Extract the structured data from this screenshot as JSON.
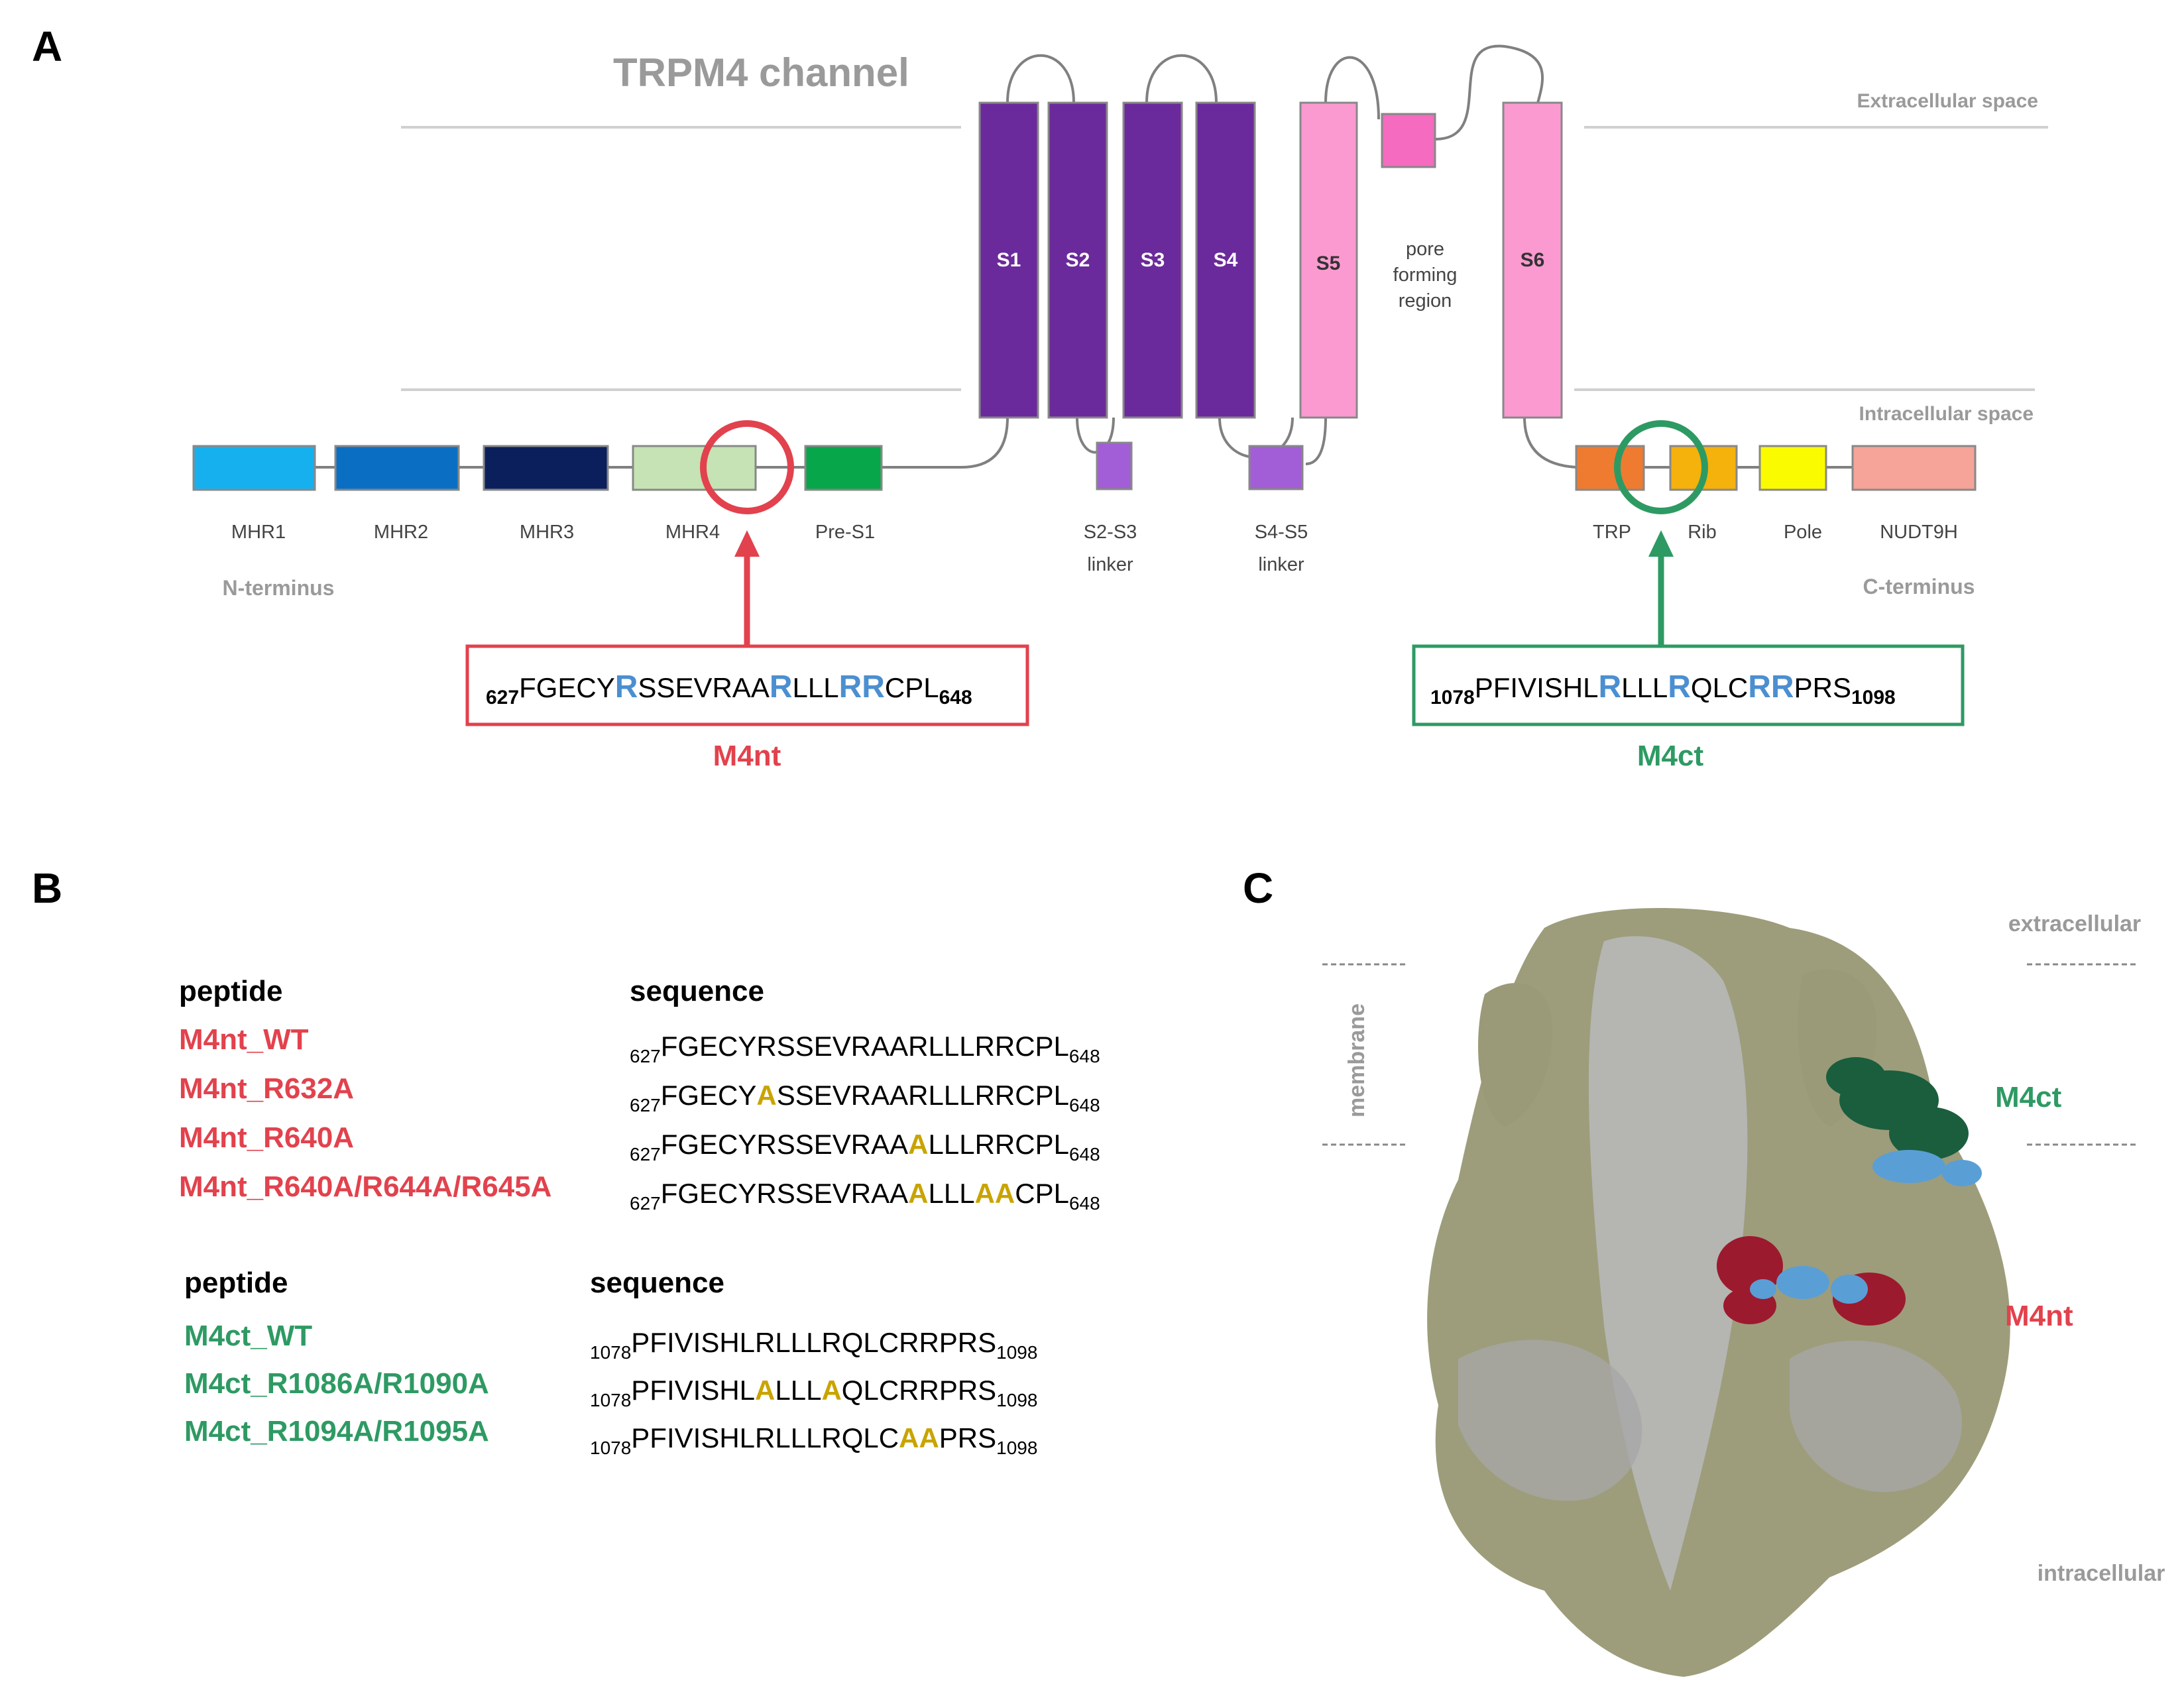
{
  "colors": {
    "red": "#e2424d",
    "green": "#2e9a63",
    "blue": "#4b8fd1",
    "yellow": "#c9a400",
    "purple": "#6b2a9b",
    "pink": "#fb9ad1",
    "grey_text": "#9a9a9a"
  },
  "panel_a": {
    "label": "A",
    "title": "TRPM4 channel",
    "extracellular": "Extracellular space",
    "intracellular": "Intracellular space",
    "n_terminus": "N-terminus",
    "c_terminus": "C-terminus",
    "segments": [
      "S1",
      "S2",
      "S3",
      "S4",
      "S5",
      "S6"
    ],
    "pore_label": [
      "pore",
      "forming",
      "region"
    ],
    "domains_n": [
      {
        "label": "MHR1",
        "color": "#17b0ef"
      },
      {
        "label": "MHR2",
        "color": "#0a6fc3"
      },
      {
        "label": "MHR3",
        "color": "#0b1f5c"
      },
      {
        "label": "MHR4",
        "color": "#c5e3b4"
      },
      {
        "label": "Pre-S1",
        "color": "#07a64a"
      }
    ],
    "linkers": [
      {
        "line1": "S2-S3",
        "line2": "linker",
        "color": "#a25ed6"
      },
      {
        "line1": "S4-S5",
        "line2": "linker",
        "color": "#a25ed6"
      }
    ],
    "domains_c": [
      {
        "label": "TRP",
        "color": "#ee7b30"
      },
      {
        "label": "Rib",
        "color": "#f5b10c"
      },
      {
        "label": "Pole",
        "color": "#fbfb00"
      },
      {
        "label": "NUDT9H",
        "color": "#f6a39a"
      }
    ],
    "box_nt": {
      "start": "627",
      "end": "648",
      "pieces": [
        "FGECY",
        "R",
        "SSEVRAA",
        "R",
        "LLL",
        "RR",
        "CPL"
      ]
    },
    "box_ct": {
      "start": "1078",
      "end": "1098",
      "pieces": [
        "PFIVISHL",
        "R",
        "LLL",
        "R",
        "QLC",
        "RR",
        "PRS"
      ]
    },
    "name_nt": "M4nt",
    "name_ct": "M4ct"
  },
  "panel_b": {
    "label": "B",
    "header_peptide": "peptide",
    "header_sequence": "sequence",
    "rows_nt": [
      {
        "name": "M4nt_WT",
        "start": "627",
        "end": "648",
        "pieces": [
          "FGECYRSSEVRAARLLLRRCPL"
        ]
      },
      {
        "name": "M4nt_R632A",
        "start": "627",
        "end": "648",
        "pieces": [
          "FGECY",
          "A",
          "SSEVRAARLLLRRCPL"
        ]
      },
      {
        "name": "M4nt_R640A",
        "start": "627",
        "end": "648",
        "pieces": [
          "FGECYRSSEVRAA",
          "A",
          "LLLRRCPL"
        ]
      },
      {
        "name": "M4nt_R640A/R644A/R645A",
        "start": "627",
        "end": "648",
        "pieces": [
          "FGECYRSSEVRAA",
          "A",
          "LLL",
          "AA",
          "CPL"
        ]
      }
    ],
    "rows_ct": [
      {
        "name": "M4ct_WT",
        "start": "1078",
        "end": "1098",
        "pieces": [
          "PFIVISHLRLLLRQLCRRPRS"
        ]
      },
      {
        "name": "M4ct_R1086A/R1090A",
        "start": "1078",
        "end": "1098",
        "pieces": [
          "PFIVISHL",
          "A",
          "LLL",
          "A",
          "QLCRRPRS"
        ]
      },
      {
        "name": "M4ct_R1094A/R1095A",
        "start": "1078",
        "end": "1098",
        "pieces": [
          "PFIVISHLRLLLRQLC",
          "AA",
          "PRS"
        ]
      }
    ]
  },
  "panel_c": {
    "label": "C",
    "extracellular": "extracellular",
    "membrane": "membrane",
    "intracellular": "intracellular",
    "label_ct": "M4ct",
    "label_nt": "M4nt"
  }
}
